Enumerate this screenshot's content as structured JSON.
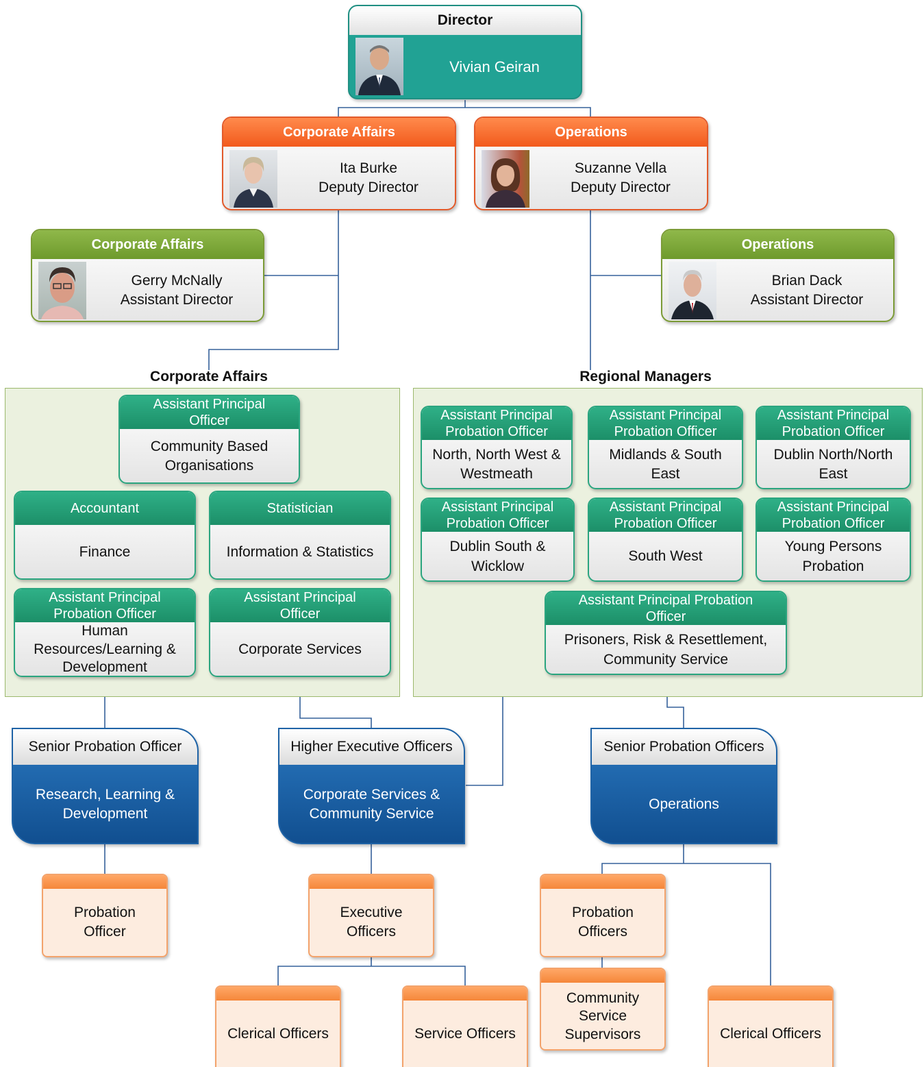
{
  "director": {
    "header": "Director",
    "name": "Vivian Geiran"
  },
  "deputy_corporate": {
    "header": "Corporate Affairs",
    "name": "Ita Burke",
    "role": "Deputy Director"
  },
  "deputy_operations": {
    "header": "Operations",
    "name": "Suzanne Vella",
    "role": "Deputy Director"
  },
  "assistant_corporate": {
    "header": "Corporate Affairs",
    "name": "Gerry McNally",
    "role": "Assistant Director"
  },
  "assistant_operations": {
    "header": "Operations",
    "name": "Brian Dack",
    "role": "Assistant Director"
  },
  "corporate_section": {
    "title": "Corporate Affairs",
    "boxes": [
      {
        "header": "Assistant Principal Officer",
        "body": "Community Based Organisations"
      },
      {
        "header": "Accountant",
        "body": "Finance"
      },
      {
        "header": "Statistician",
        "body": "Information & Statistics"
      },
      {
        "header": "Assistant Principal Probation Officer",
        "body": "Human Resources/Learning & Development"
      },
      {
        "header": "Assistant Principal Officer",
        "body": "Corporate Services"
      }
    ]
  },
  "regional_section": {
    "title": "Regional Managers",
    "boxes": [
      {
        "header": "Assistant Principal Probation Officer",
        "body": "North, North West & Westmeath"
      },
      {
        "header": "Assistant Principal Probation Officer",
        "body": "Midlands & South East"
      },
      {
        "header": "Assistant Principal Probation Officer",
        "body": "Dublin North/North East"
      },
      {
        "header": "Assistant Principal Probation Officer",
        "body": "Dublin South & Wicklow"
      },
      {
        "header": "Assistant Principal Probation Officer",
        "body": "South West"
      },
      {
        "header": "Assistant Principal Probation Officer",
        "body": "Young Persons Probation"
      },
      {
        "header": "Assistant Principal Probation Officer",
        "body": "Prisoners, Risk & Resettlement, Community Service"
      }
    ]
  },
  "blue_boxes": [
    {
      "header": "Senior Probation Officer",
      "body": "Research, Learning & Development"
    },
    {
      "header": "Higher Executive Officers",
      "body": "Corporate Services & Community Service"
    },
    {
      "header": "Senior Probation Officers",
      "body": "Operations"
    }
  ],
  "staff_boxes": [
    {
      "body": "Probation Officer"
    },
    {
      "body": "Executive Officers"
    },
    {
      "body": "Probation Officers"
    },
    {
      "body": "Clerical Officers"
    },
    {
      "body": "Service Officers"
    },
    {
      "body": "Community Service Supervisors"
    },
    {
      "body": "Clerical Officers"
    }
  ],
  "colors": {
    "director": "#21a294",
    "deputy": "#f25a1c",
    "assistant": "#7b9b36",
    "apo": "#1c8f68",
    "blue": "#1a5fa0",
    "staff": "#f5873a",
    "connector": "#35609a"
  }
}
